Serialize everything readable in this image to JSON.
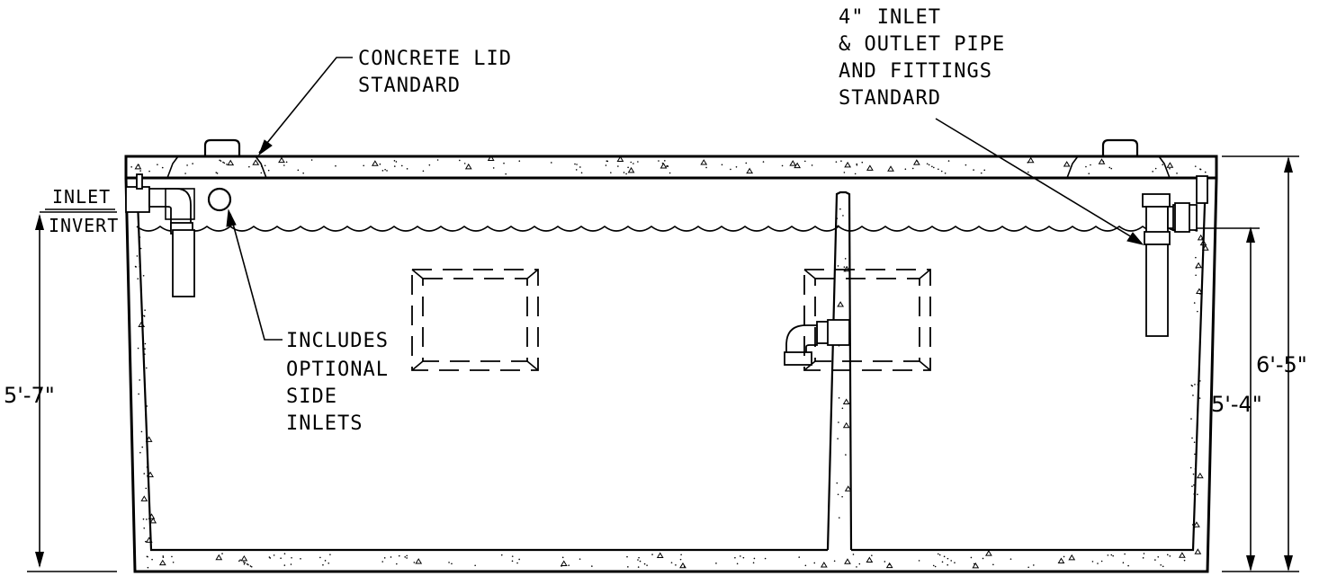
{
  "labels": {
    "concrete_lid_1": "CONCRETE LID",
    "concrete_lid_2": "STANDARD",
    "inlet_outlet_1": "4\" INLET",
    "inlet_outlet_2": "& OUTLET PIPE",
    "inlet_outlet_3": "AND FITTINGS",
    "inlet_outlet_4": "STANDARD",
    "inlet_invert_1": "INLET",
    "inlet_invert_2": "INVERT",
    "side_inlets_1": "INCLUDES",
    "side_inlets_2": "OPTIONAL",
    "side_inlets_3": "SIDE",
    "side_inlets_4": "INLETS"
  },
  "dimensions": {
    "inlet_height": "5'-7\"",
    "overall_height": "6'-5\"",
    "liquid_height": "5'-4\""
  }
}
